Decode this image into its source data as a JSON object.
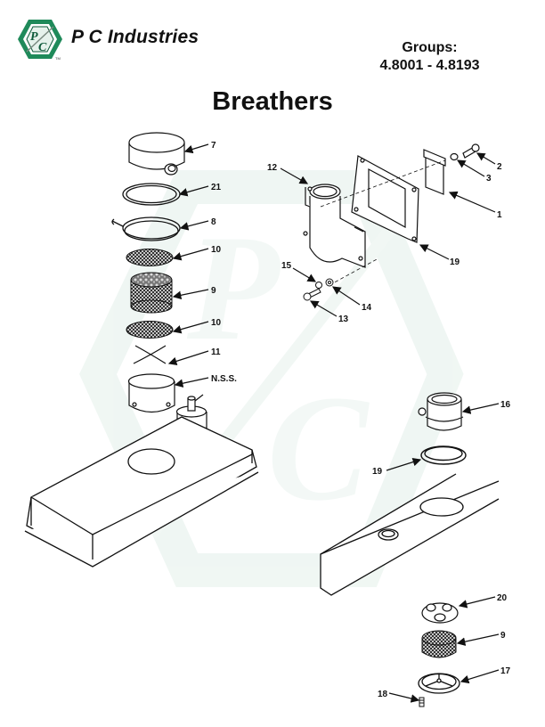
{
  "header": {
    "brand": "P C Industries",
    "logo_letters": [
      "P",
      "C"
    ],
    "trademark": "TM",
    "groups_label": "Groups:",
    "groups_range": "4.8001 - 4.8193"
  },
  "page": {
    "title": "Breathers"
  },
  "colors": {
    "logo_green": "#1f8a5a",
    "logo_dark": "#0e5a3a",
    "watermark": "#e8f3ee",
    "ink": "#111111"
  },
  "callouts": [
    {
      "id": "7",
      "label": "7"
    },
    {
      "id": "21",
      "label": "21"
    },
    {
      "id": "8",
      "label": "8"
    },
    {
      "id": "10a",
      "label": "10"
    },
    {
      "id": "9a",
      "label": "9"
    },
    {
      "id": "10b",
      "label": "10"
    },
    {
      "id": "11",
      "label": "11"
    },
    {
      "id": "nss",
      "label": "N.S.S."
    },
    {
      "id": "12",
      "label": "12"
    },
    {
      "id": "2",
      "label": "2"
    },
    {
      "id": "3",
      "label": "3"
    },
    {
      "id": "1",
      "label": "1"
    },
    {
      "id": "19a",
      "label": "19"
    },
    {
      "id": "15",
      "label": "15"
    },
    {
      "id": "14",
      "label": "14"
    },
    {
      "id": "13",
      "label": "13"
    },
    {
      "id": "16",
      "label": "16"
    },
    {
      "id": "19b",
      "label": "19"
    },
    {
      "id": "20",
      "label": "20"
    },
    {
      "id": "9b",
      "label": "9"
    },
    {
      "id": "17",
      "label": "17"
    },
    {
      "id": "18",
      "label": "18"
    }
  ]
}
